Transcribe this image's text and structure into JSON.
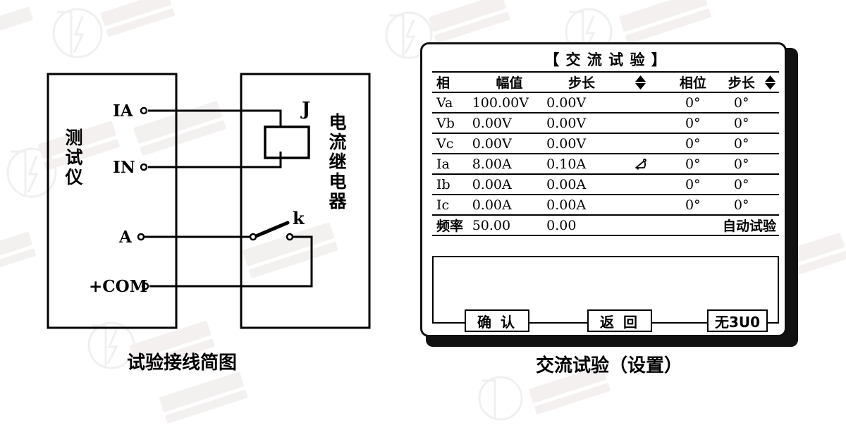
{
  "diagram": {
    "left_box_label": "测 试 仪",
    "right_box_label": "电 流 继 电 器",
    "terminals": [
      {
        "name": "IA"
      },
      {
        "name": "IN"
      },
      {
        "name": "A"
      },
      {
        "name": "+COM"
      }
    ],
    "coil_label": "J",
    "switch_label": "k",
    "caption": "试验接线简图"
  },
  "panel": {
    "title": "【 交 流 试 验 】",
    "columns": [
      "相",
      "幅值",
      "步长",
      "◆",
      "相位",
      "步长",
      "◆"
    ],
    "rows": [
      {
        "phase": "Va",
        "amplitude": "100.00V",
        "step": "0.00V",
        "mark": "",
        "angle": "0°",
        "angle_step": "0°"
      },
      {
        "phase": "Vb",
        "amplitude": "0.00V",
        "step": "0.00V",
        "mark": "",
        "angle": "0°",
        "angle_step": "0°"
      },
      {
        "phase": "Vc",
        "amplitude": "0.00V",
        "step": "0.00V",
        "mark": "",
        "angle": "0°",
        "angle_step": "0°"
      },
      {
        "phase": "Ia",
        "amplitude": "8.00A",
        "step": "0.10A",
        "mark": "bell-icon",
        "angle": "0°",
        "angle_step": "0°"
      },
      {
        "phase": "Ib",
        "amplitude": "0.00A",
        "step": "0.00A",
        "mark": "",
        "angle": "0°",
        "angle_step": "0°"
      },
      {
        "phase": "Ic",
        "amplitude": "0.00A",
        "step": "0.00A",
        "mark": "",
        "angle": "0°",
        "angle_step": "0°"
      }
    ],
    "frequency_row": {
      "label": "频率",
      "value": "50.00",
      "step": "0.00",
      "auto_label": "自动试验"
    },
    "buttons": {
      "confirm": "确 认",
      "back": "返 回",
      "no3u0": "无3U0"
    },
    "caption": "交流试验（设置）"
  },
  "colors": {
    "ink": "#000000",
    "background": "#ffffff",
    "shadow": "#111111",
    "watermark": "#f2f2f2"
  }
}
